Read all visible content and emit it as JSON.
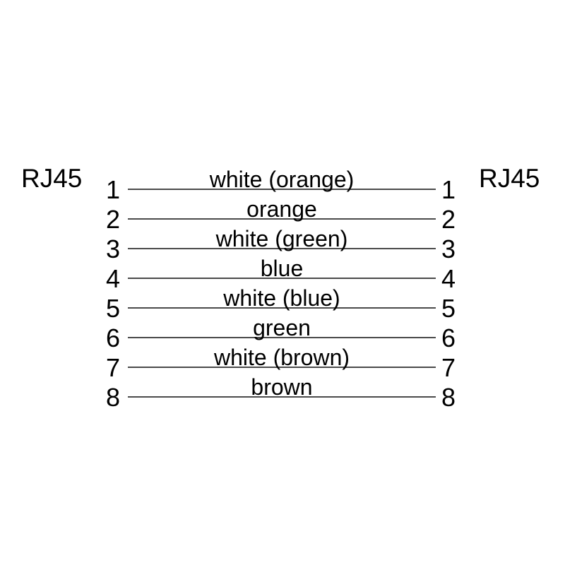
{
  "diagram": "rj45-straight-through-pinout",
  "connector_left": {
    "label": "RJ45"
  },
  "connector_right": {
    "label": "RJ45"
  },
  "pins": [
    {
      "number": "1",
      "wire": "white (orange)"
    },
    {
      "number": "2",
      "wire": "orange"
    },
    {
      "number": "3",
      "wire": "white (green)"
    },
    {
      "number": "4",
      "wire": "blue"
    },
    {
      "number": "5",
      "wire": "white (blue)"
    },
    {
      "number": "6",
      "wire": "green"
    },
    {
      "number": "7",
      "wire": "white (brown)"
    },
    {
      "number": "8",
      "wire": "brown"
    }
  ],
  "colors": {
    "bg": "#ffffff",
    "text": "#000000",
    "line": "#4a4a4a"
  }
}
